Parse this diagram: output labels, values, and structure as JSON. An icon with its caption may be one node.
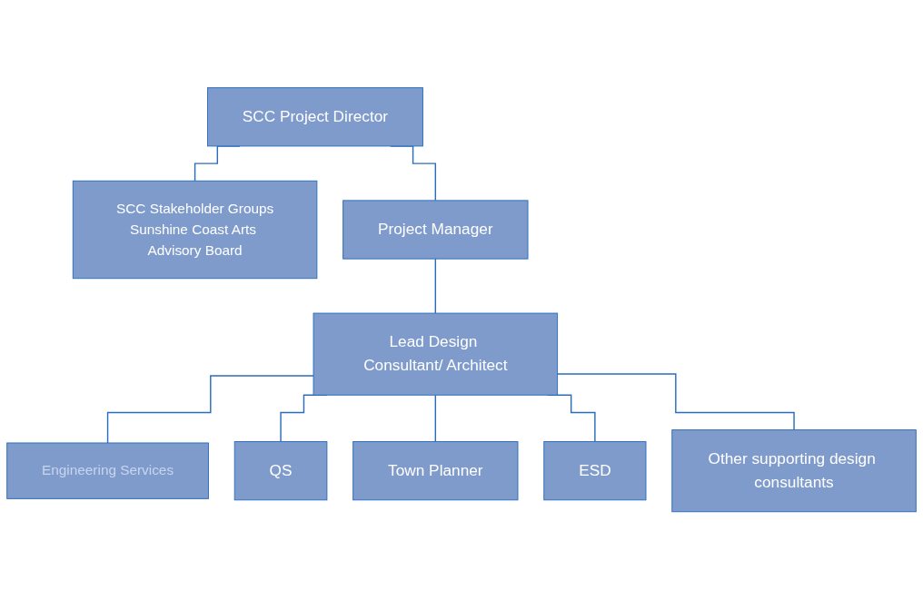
{
  "diagram": {
    "nodes": [
      {
        "text": [
          "SCC Project Director"
        ]
      },
      {
        "text": [
          "SCC Stakeholder Groups",
          "Sunshine Coast Arts Advisory Board"
        ]
      },
      {
        "text": [
          "Project Manager"
        ]
      },
      {
        "text": [
          "Lead Design Consultant/ Architect"
        ]
      },
      {
        "text": [
          "Engineering Services"
        ]
      },
      {
        "text": [
          "QS"
        ]
      },
      {
        "text": [
          "Town Planner"
        ]
      },
      {
        "text": [
          "ESD"
        ]
      },
      {
        "text": [
          "Other supporting design consultants"
        ]
      }
    ],
    "edges": [
      {
        "from": 0,
        "to": 1,
        "arrow": "none"
      },
      {
        "from": 0,
        "to": 2,
        "arrow": "none"
      },
      {
        "from": 2,
        "to": 3,
        "arrow": "none"
      },
      {
        "from": 3,
        "to": 4,
        "arrow": "none"
      },
      {
        "from": 3,
        "to": 5,
        "arrow": "none"
      },
      {
        "from": 3,
        "to": 6,
        "arrow": "none"
      },
      {
        "from": 3,
        "to": 7,
        "arrow": "none"
      },
      {
        "from": 3,
        "to": 8,
        "arrow": "none"
      }
    ]
  }
}
